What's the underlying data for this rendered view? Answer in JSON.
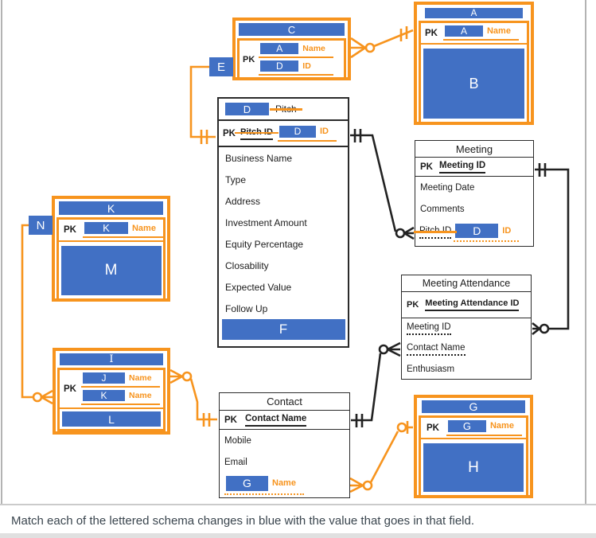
{
  "colors": {
    "blue": "#4170c4",
    "orange": "#f7941e",
    "entity_border": "#2b2b2b",
    "instruction_text": "#3a454e"
  },
  "instruction": "Match each of the lettered schema changes in blue with the value that goes in that field.",
  "entities": {
    "pitch": {
      "title_change": "D",
      "title_removed": "Pitch",
      "pk_label": "PK",
      "pk_removed": "Pitch ID",
      "pk_change": "D",
      "pk_suffix": "ID",
      "attributes": [
        "Business Name",
        "Type",
        "Address",
        "Investment Amount",
        "Equity Percentage",
        "Closability",
        "Expected Value",
        "Follow Up"
      ],
      "new_attribute_change": "F"
    },
    "meeting": {
      "title": "Meeting",
      "pk_label": "PK",
      "pk": "Meeting ID",
      "attributes": [
        "Meeting Date",
        "Comments"
      ],
      "fk_removed": "Pitch ID",
      "fk_change": "D",
      "fk_suffix": "ID"
    },
    "meeting_attendance": {
      "title": "Meeting Attendance",
      "pk_label": "PK",
      "pk": "Meeting Attendance ID",
      "attributes": [
        "Meeting ID",
        "Contact Name",
        "Enthusiasm"
      ]
    },
    "contact": {
      "title": "Contact",
      "pk_label": "PK",
      "pk": "Contact Name",
      "attributes": [
        "Mobile",
        "Email"
      ],
      "fk_change": "G",
      "fk_suffix": "Name"
    }
  },
  "blue_groups": {
    "c_group": {
      "title": "C",
      "pk_label": "PK",
      "rows": [
        {
          "change": "A",
          "suffix": "Name"
        },
        {
          "change": "D",
          "suffix": "ID"
        }
      ],
      "edge_change": "E"
    },
    "a_group": {
      "title": "A",
      "pk_label": "PK",
      "rows": [
        {
          "change": "A",
          "suffix": "Name"
        }
      ],
      "body_change": "B"
    },
    "k_group": {
      "title": "K",
      "pk_label": "PK",
      "rows": [
        {
          "change": "K",
          "suffix": "Name"
        }
      ],
      "body_change": "M",
      "edge_change": "N"
    },
    "i_group": {
      "title": "I",
      "pk_label": "PK",
      "rows": [
        {
          "change": "J",
          "suffix": "Name"
        },
        {
          "change": "K",
          "suffix": "Name"
        }
      ],
      "footer_change": "L"
    },
    "g_group": {
      "title": "G",
      "pk_label": "PK",
      "rows": [
        {
          "change": "G",
          "suffix": "Name"
        }
      ],
      "body_change": "H"
    }
  }
}
